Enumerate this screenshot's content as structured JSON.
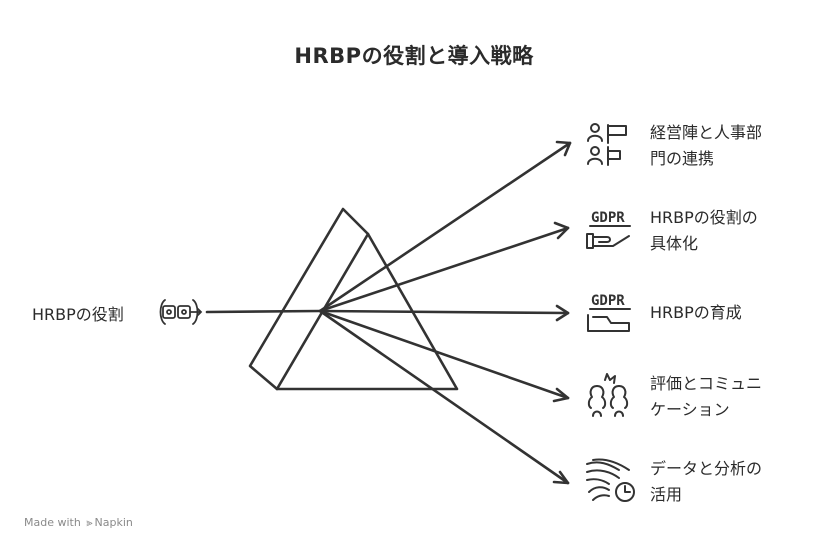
{
  "title": "HRBPの役割と導入戦略",
  "input": {
    "label": "HRBPの役割"
  },
  "outputs": [
    {
      "line1": "経営陣と人事部",
      "line2": "門の連携",
      "icon": "people-flag-icon"
    },
    {
      "line1": "HRBPの役割の",
      "line2": "具体化",
      "icon": "gdpr-hand-icon",
      "icon_text": "GDPR"
    },
    {
      "line1": "HRBPの育成",
      "line2": "",
      "icon": "gdpr-document-icon",
      "icon_text": "GDPR"
    },
    {
      "line1": "評価とコミュニ",
      "line2": "ケーション",
      "icon": "two-people-icon"
    },
    {
      "line1": "データと分析の",
      "line2": "活用",
      "icon": "wind-clock-icon"
    }
  ],
  "footer": {
    "made_with": "Made with",
    "brand": "Napkin"
  }
}
